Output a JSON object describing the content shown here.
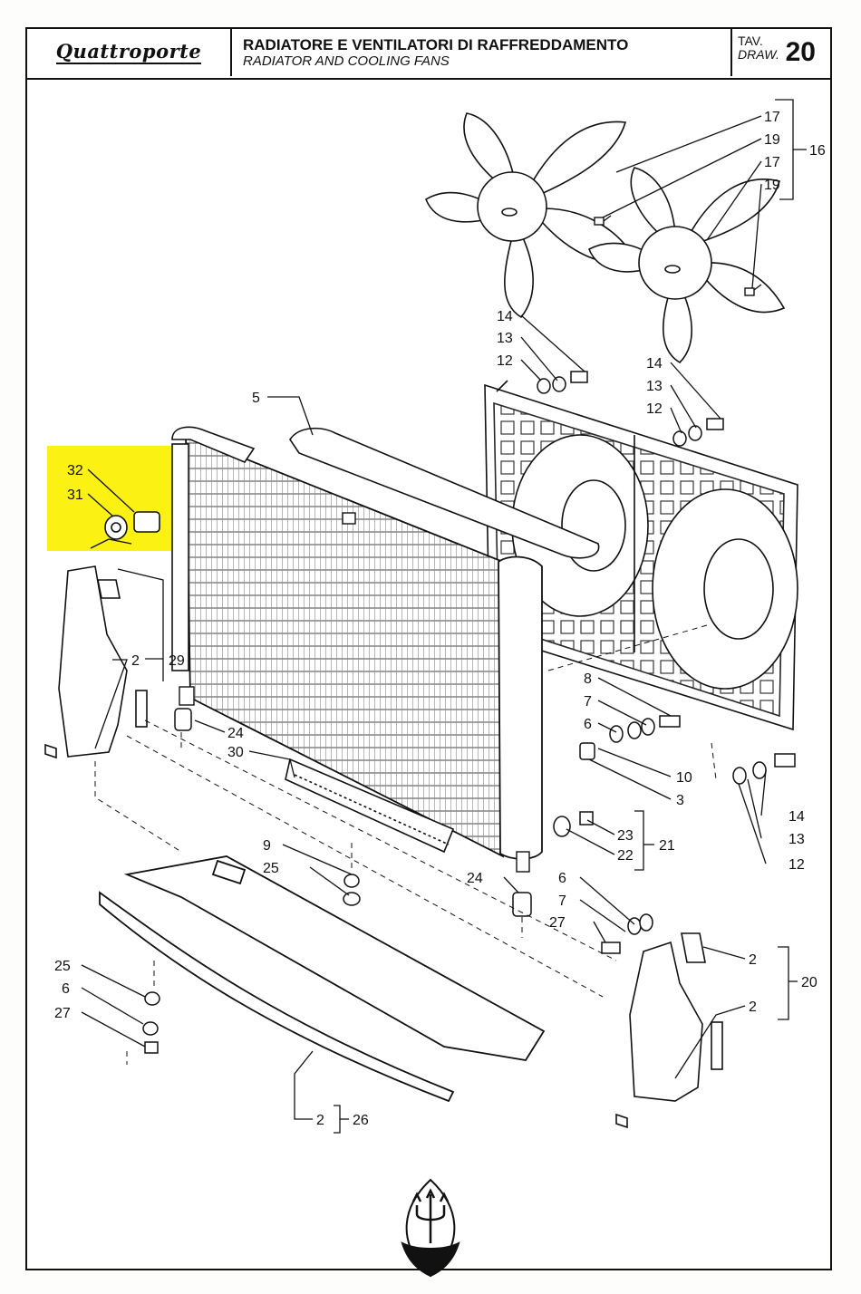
{
  "header": {
    "logo": "Quattroporte",
    "title_it": "RADIATORE E VENTILATORI DI RAFFREDDAMENTO",
    "title_en": "RADIATOR AND COOLING FANS",
    "tav_label": "TAV.",
    "draw_label": "DRAW.",
    "drawing_number": "20"
  },
  "highlight_color": "#fbf112",
  "callouts": {
    "c17a": "17",
    "c19a": "19",
    "c16": "16",
    "c17b": "17",
    "c19b": "19",
    "c14a": "14",
    "c13a": "13",
    "c12a": "12",
    "c14b": "14",
    "c13b": "13",
    "c12b": "12",
    "c5": "5",
    "c32": "32",
    "c31": "31",
    "c2a": "2",
    "c29": "29",
    "c24a": "24",
    "c30": "30",
    "c8": "8",
    "c7a": "7",
    "c6a": "6",
    "c10": "10",
    "c3": "3",
    "c14c": "14",
    "c13c": "13",
    "c12c": "12",
    "c23": "23",
    "c22": "22",
    "c21": "21",
    "c9": "9",
    "c25a": "25",
    "c24b": "24",
    "c6b": "6",
    "c7b": "7",
    "c27a": "27",
    "c2b": "2",
    "c20": "20",
    "c2c": "2",
    "c25b": "25",
    "c6c": "6",
    "c27b": "27",
    "c2d": "2",
    "c26": "26"
  },
  "logo_emblem": "maserati-trident"
}
